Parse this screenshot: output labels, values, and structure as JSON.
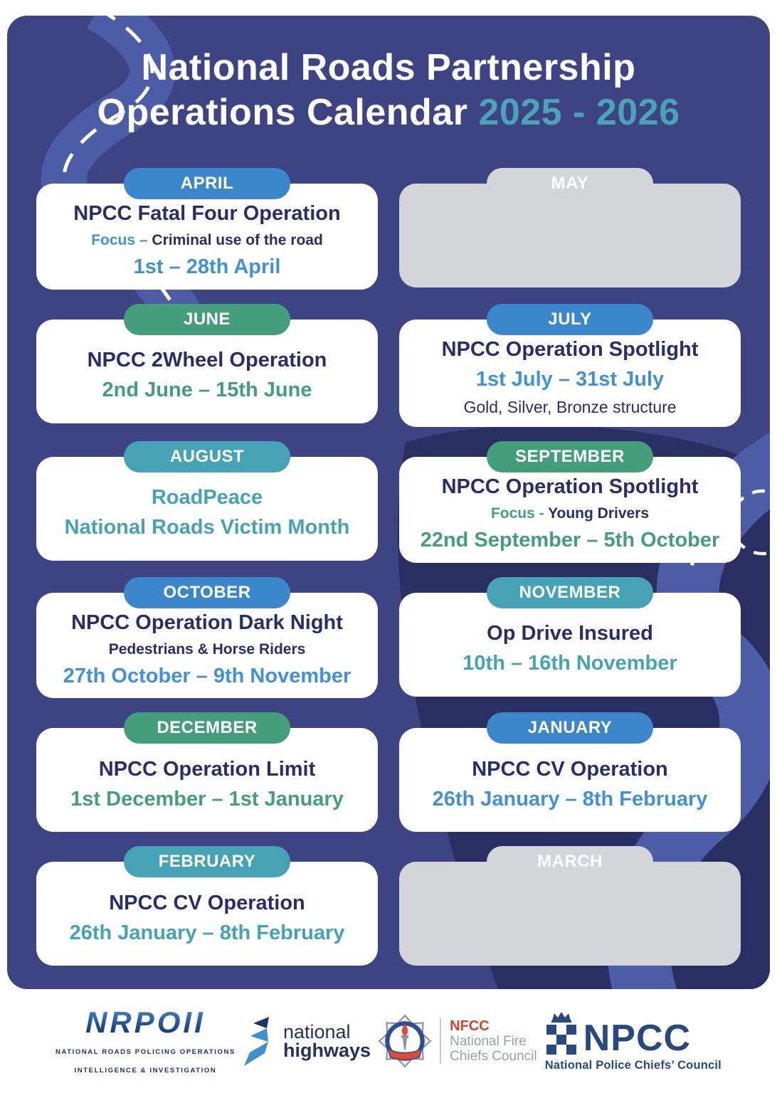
{
  "title": {
    "line1": "National Roads Partnership",
    "line2": "Operations Calendar",
    "accent": "2025 - 2026"
  },
  "palette": {
    "panel_bg": "#3e4384",
    "dark_blob": "#2a2f63",
    "road_light": "#4d5ca6",
    "navy": "#282e69",
    "blue": "#4291d8",
    "green": "#449e7c",
    "teal": "#46a3b5",
    "pill_blue": "#3c87cb",
    "pill_green": "#449e7c",
    "pill_teal": "#46a3b5",
    "pill_gray": "#d3d5d9",
    "title_accent": "#4aa4b6"
  },
  "months": [
    {
      "label": "APRIL",
      "theme": "blue",
      "empty": false,
      "lines": [
        {
          "size": "lg",
          "bold": true,
          "segments": [
            {
              "text": "NPCC Fatal Four Operation",
              "color": "navy"
            }
          ]
        },
        {
          "size": "sm",
          "bold": true,
          "segments": [
            {
              "text": "Focus – ",
              "color": "blue"
            },
            {
              "text": "Criminal use of the road",
              "color": "navy"
            }
          ]
        },
        {
          "size": "lg",
          "bold": true,
          "segments": [
            {
              "text": "1st – 28th April",
              "color": "blue"
            }
          ]
        }
      ]
    },
    {
      "label": "MAY",
      "theme": "gray",
      "empty": true,
      "lines": []
    },
    {
      "label": "JUNE",
      "theme": "green",
      "empty": false,
      "lines": [
        {
          "size": "lg",
          "bold": true,
          "segments": [
            {
              "text": "NPCC 2Wheel Operation",
              "color": "navy"
            }
          ]
        },
        {
          "size": "lg",
          "bold": true,
          "segments": [
            {
              "text": "2nd June – 15th June",
              "color": "green"
            }
          ]
        }
      ]
    },
    {
      "label": "JULY",
      "theme": "blue",
      "empty": false,
      "lines": [
        {
          "size": "lg",
          "bold": true,
          "segments": [
            {
              "text": "NPCC Operation Spotlight",
              "color": "navy"
            }
          ]
        },
        {
          "size": "lg",
          "bold": true,
          "segments": [
            {
              "text": "1st July – 31st July",
              "color": "blue"
            }
          ]
        },
        {
          "size": "md",
          "bold": false,
          "segments": [
            {
              "text": "Gold, Silver, Bronze structure",
              "color": "navy"
            }
          ]
        }
      ]
    },
    {
      "label": "AUGUST",
      "theme": "teal",
      "empty": false,
      "lines": [
        {
          "size": "lg",
          "bold": true,
          "segments": [
            {
              "text": "RoadPeace",
              "color": "teal"
            }
          ]
        },
        {
          "size": "lg",
          "bold": true,
          "segments": [
            {
              "text": "National Roads Victim Month",
              "color": "teal"
            }
          ]
        }
      ]
    },
    {
      "label": "SEPTEMBER",
      "theme": "green",
      "empty": false,
      "lines": [
        {
          "size": "lg",
          "bold": true,
          "segments": [
            {
              "text": "NPCC Operation Spotlight",
              "color": "navy"
            }
          ]
        },
        {
          "size": "sm",
          "bold": true,
          "segments": [
            {
              "text": "Focus - ",
              "color": "green"
            },
            {
              "text": "Young Drivers",
              "color": "navy"
            }
          ]
        },
        {
          "size": "lg",
          "bold": true,
          "segments": [
            {
              "text": "22nd September – 5th October",
              "color": "green"
            }
          ]
        }
      ]
    },
    {
      "label": "OCTOBER",
      "theme": "blue",
      "empty": false,
      "lines": [
        {
          "size": "lg",
          "bold": true,
          "segments": [
            {
              "text": "NPCC Operation Dark Night",
              "color": "navy"
            }
          ]
        },
        {
          "size": "sm",
          "bold": true,
          "segments": [
            {
              "text": "Pedestrians & Horse Riders",
              "color": "navy"
            }
          ]
        },
        {
          "size": "lg",
          "bold": true,
          "segments": [
            {
              "text": "27th October – 9th November",
              "color": "blue"
            }
          ]
        }
      ]
    },
    {
      "label": "NOVEMBER",
      "theme": "teal",
      "empty": false,
      "lines": [
        {
          "size": "lg",
          "bold": true,
          "segments": [
            {
              "text": "Op Drive Insured",
              "color": "navy"
            }
          ]
        },
        {
          "size": "lg",
          "bold": true,
          "segments": [
            {
              "text": "10th – 16th November",
              "color": "teal"
            }
          ]
        }
      ]
    },
    {
      "label": "DECEMBER",
      "theme": "green",
      "empty": false,
      "lines": [
        {
          "size": "lg",
          "bold": true,
          "segments": [
            {
              "text": "NPCC Operation Limit",
              "color": "navy"
            }
          ]
        },
        {
          "size": "lg",
          "bold": true,
          "segments": [
            {
              "text": "1st December – 1st January",
              "color": "green"
            }
          ]
        }
      ]
    },
    {
      "label": "JANUARY",
      "theme": "blue",
      "empty": false,
      "lines": [
        {
          "size": "lg",
          "bold": true,
          "segments": [
            {
              "text": "NPCC CV Operation",
              "color": "navy"
            }
          ]
        },
        {
          "size": "lg",
          "bold": true,
          "segments": [
            {
              "text": "26th January – 8th February",
              "color": "blue"
            }
          ]
        }
      ]
    },
    {
      "label": "FEBRUARY",
      "theme": "teal",
      "empty": false,
      "lines": [
        {
          "size": "lg",
          "bold": true,
          "segments": [
            {
              "text": "NPCC CV Operation",
              "color": "navy"
            }
          ]
        },
        {
          "size": "lg",
          "bold": true,
          "segments": [
            {
              "text": "26th January – 8th February",
              "color": "teal"
            }
          ]
        }
      ]
    },
    {
      "label": "MARCH",
      "theme": "gray",
      "empty": true,
      "lines": []
    }
  ],
  "footer": {
    "nrpoii": {
      "acronym": "NRPOII",
      "tagline1": "NATIONAL ROADS POLICING OPERATIONS",
      "tagline2": "INTELLIGENCE & INVESTIGATION"
    },
    "national_highways": {
      "word1": "national",
      "word2": "highways"
    },
    "nfcc": {
      "acronym": "NFCC",
      "line1": "National Fire",
      "line2": "Chiefs Council"
    },
    "npcc": {
      "acronym": "NPCC",
      "caption": "National Police Chiefs’ Council"
    }
  }
}
